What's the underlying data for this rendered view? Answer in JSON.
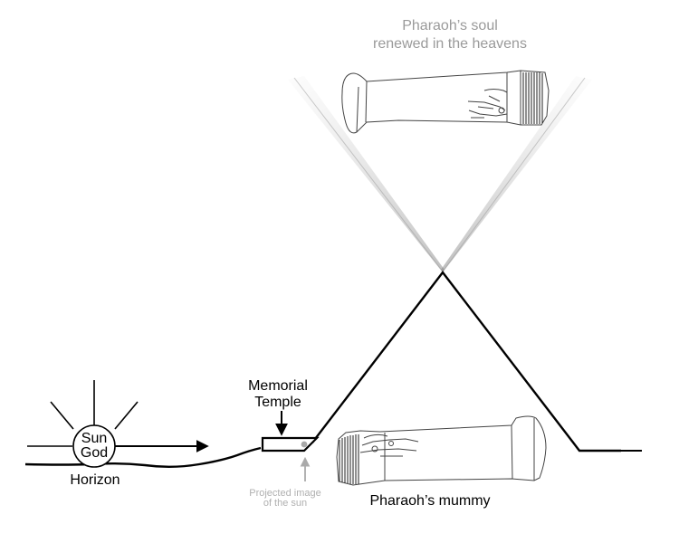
{
  "labels": {
    "soul_line1": "Pharaoh’s soul",
    "soul_line2": "renewed in the heavens",
    "temple_line1": "Memorial",
    "temple_line2": "Temple",
    "sun_line1": "Sun",
    "sun_line2": "God",
    "horizon": "Horizon",
    "projected_line1": "Projected image",
    "projected_line2": "of the sun",
    "mummy": "Pharaoh’s mummy"
  },
  "colors": {
    "ink": "#000000",
    "muted_text": "#9a9a9a",
    "light_text": "#b0b0b0",
    "projected_dot": "#a8a8a8"
  },
  "icons": {
    "sun": "sun-god-icon",
    "mummy": "mummy-sarcophagus-icon",
    "soul": "soul-sarcophagus-icon"
  }
}
